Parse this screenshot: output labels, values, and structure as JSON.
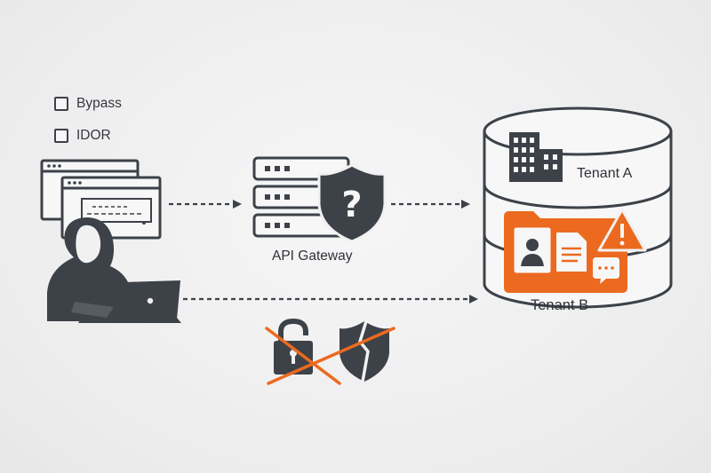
{
  "checklist": {
    "items": [
      {
        "label": "Bypass",
        "checked": false
      },
      {
        "label": "IDOR",
        "checked": false
      }
    ]
  },
  "nodes": {
    "gateway_label": "API Gateway",
    "tenant_a_label": "Tenant A",
    "tenant_b_label": "Tenant B"
  },
  "colors": {
    "dark": "#3d4248",
    "accent": "#ec6a1f",
    "background": "#f1f1f2"
  },
  "icons": [
    "browser-window-icon",
    "hacker-icon",
    "laptop-icon",
    "server-stack-icon",
    "question-shield-icon",
    "database-icon",
    "building-icon",
    "folder-icon",
    "user-card-icon",
    "document-icon",
    "chat-bubble-icon",
    "warning-icon",
    "padlock-icon",
    "broken-shield-icon",
    "cross-mark-icon"
  ]
}
